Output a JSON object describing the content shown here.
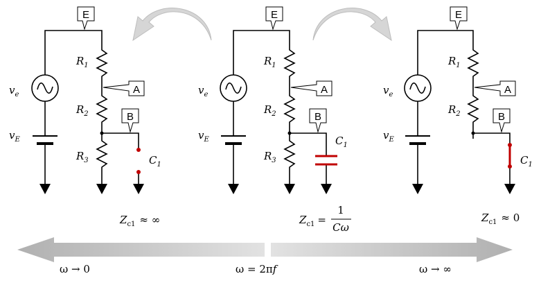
{
  "labels": {
    "emitter": "E",
    "node_a": "A",
    "node_b": "B",
    "source_ac": "v",
    "source_ac_sub": "e",
    "source_dc": "v",
    "source_dc_sub": "E",
    "r1": "R",
    "r1_sub": "1",
    "r2": "R",
    "r2_sub": "2",
    "r3": "R",
    "r3_sub": "3",
    "c1": "C",
    "c1_sub": "1"
  },
  "impedance": {
    "left": {
      "z": "Z",
      "sub": "c1",
      "rel": "≈ ∞"
    },
    "center": {
      "z": "Z",
      "sub": "c1",
      "eq": "=",
      "num": "1",
      "den": "Cω"
    },
    "right": {
      "z": "Z",
      "sub": "c1",
      "rel": "≈ 0"
    }
  },
  "frequency": {
    "left": "ω → 0",
    "center_lhs": "ω = 2π",
    "center_f": "f",
    "right": "ω → ∞"
  },
  "colors": {
    "capacitor": "#c00000",
    "arrow": "#c8c8c8",
    "wire": "#000000"
  }
}
